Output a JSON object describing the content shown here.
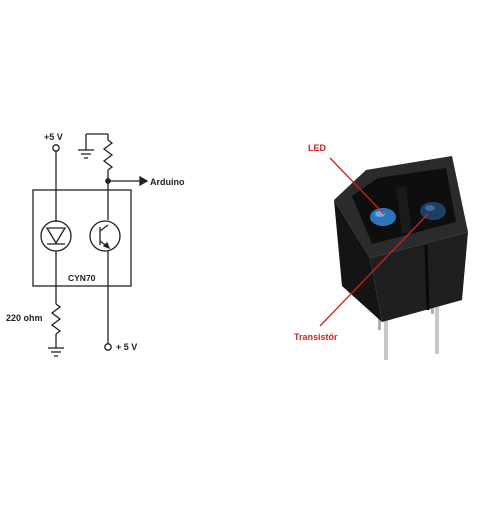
{
  "schematic": {
    "supply_top_label": "+5 V",
    "output_label": "Arduino",
    "part_label": "CYN70",
    "resistor_label": "220 ohm",
    "supply_bottom_label": "+ 5 V"
  },
  "photo": {
    "led_label": "LED",
    "transistor_label": "Transistör"
  },
  "colors": {
    "line": "#222222",
    "annotation": "#d02020",
    "sensor_body": "#1c1c1c",
    "sensor_top": "#2e2e2e",
    "lens_blue": "#2f74b8",
    "pin": "#c8c8c8"
  }
}
